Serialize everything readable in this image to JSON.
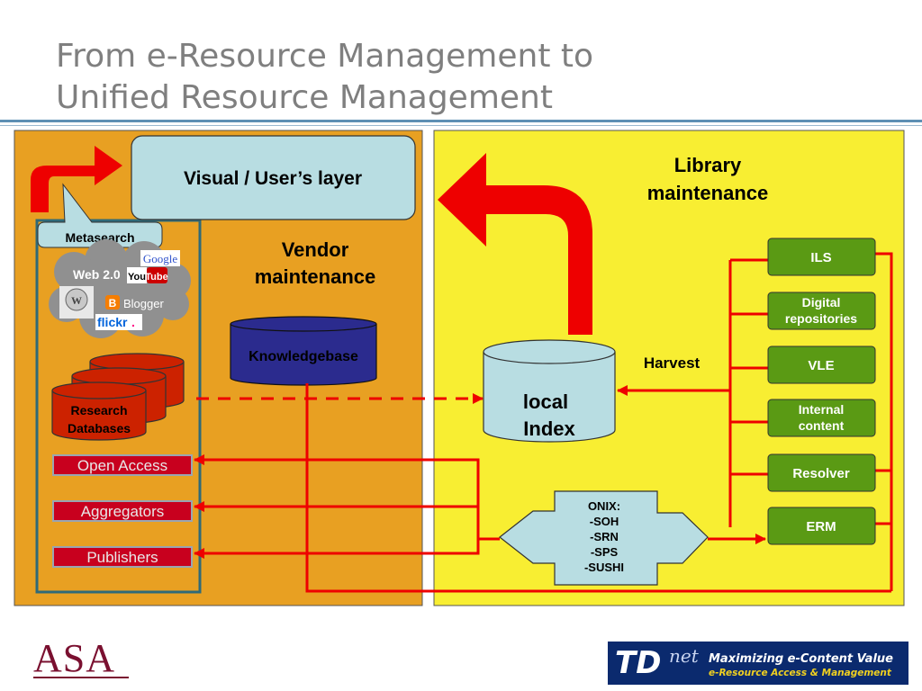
{
  "title": {
    "line1": "From e-Resource Management to",
    "line2": "Unified Resource Management"
  },
  "diagram": {
    "visual_layer": "Visual / User’s layer",
    "metasearch": "Metasearch",
    "web20": "Web 2.0",
    "web20_logos": [
      "Google",
      "You",
      "Tube",
      "Blogger",
      "flickr",
      "."
    ],
    "vendor_maintenance": [
      "Vendor",
      "maintenance"
    ],
    "knowledgebase": "Knowledgebase",
    "research_databases": [
      "Research",
      "Databases"
    ],
    "sources": [
      "Open Access",
      "Aggregators",
      "Publishers"
    ],
    "library_maintenance": [
      "Library",
      "maintenance"
    ],
    "harvest": "Harvest",
    "local_index": [
      "local",
      "Index"
    ],
    "onix": [
      "ONIX:",
      "-SOH",
      "-SRN",
      "-SPS",
      "-SUSHI"
    ],
    "library_systems": [
      "ILS",
      "Digital repositories",
      "VLE",
      "Internal content",
      "Resolver",
      "ERM"
    ]
  },
  "colors": {
    "vendor_panel": "#e8a022",
    "library_panel": "#f8ee32",
    "arrow_red": "#ee0000",
    "green_box": "#5a9a14",
    "kb_blue": "#2b2b8e",
    "db_red": "#cc2200",
    "light_blue": "#b8dde2"
  },
  "footer": {
    "left_logo": "ASA",
    "right_logo_mark": "TD",
    "right_logo_net": "net",
    "right_tagline": "Maximizing e-Content Value",
    "right_subtagline": "e-Resource Access & Management"
  }
}
